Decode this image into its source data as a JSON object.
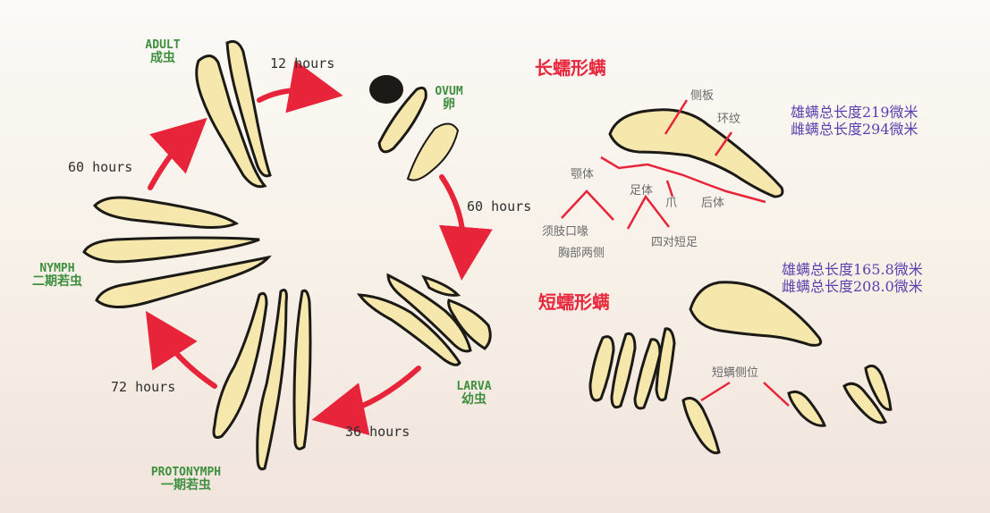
{
  "life_cycle": {
    "adult": {
      "en": "ADULT",
      "cn": "成虫"
    },
    "ovum": {
      "en": "OVUM",
      "cn": "卵"
    },
    "larva": {
      "en": "LARVA",
      "cn": "幼虫"
    },
    "protonymph": {
      "en": "PROTONYMPH",
      "cn": "一期若虫"
    },
    "nymph": {
      "en": "NYMPH",
      "cn": "二期若虫"
    },
    "durations": {
      "adult_to_ovum": "12 hours",
      "ovum_to_larva": "60 hours",
      "larva_to_protonymph": "36 hours",
      "protonymph_to_nymph": "72 hours",
      "nymph_to_adult": "60 hours"
    }
  },
  "long_form": {
    "title": "长蠕形螨",
    "parts": {
      "lateral_plate": "侧板",
      "ring_pattern": "环纹",
      "gnathosoma": "颚体",
      "podosoma": "足体",
      "claw": "爪",
      "opisthosoma": "后体",
      "palp_mouth": "须肢口喙",
      "chest_sides": "胸部两侧",
      "four_pairs_legs": "四对短足"
    },
    "measurements": [
      "雄螨总长度219微米",
      "雌螨总长度294微米"
    ]
  },
  "short_form": {
    "title": "短蠕形螨",
    "lateral_view": "短螨侧位",
    "measurements": [
      "雄螨总长度165.8微米",
      "雌螨总长度208.0微米"
    ]
  },
  "colors": {
    "arrow": "#e8243a",
    "stage_label": "#3e8f3e",
    "title_red": "#e8273d",
    "measurement": "#5b3fae",
    "mite_fill": "#f6e7ad",
    "mite_outline": "#1c1a17"
  }
}
